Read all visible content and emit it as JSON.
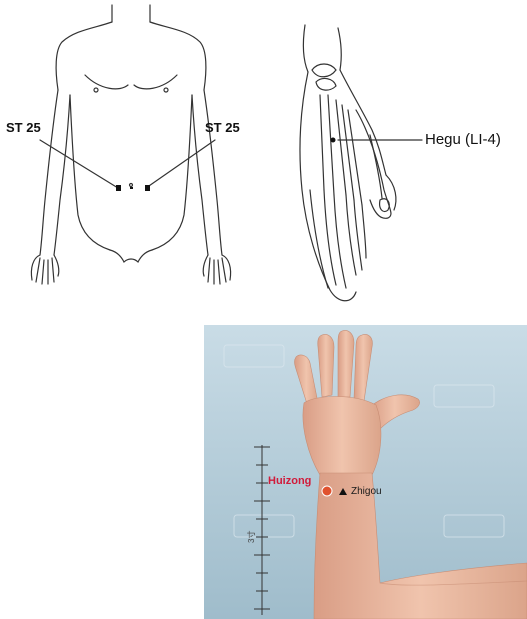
{
  "figure": {
    "torso_diagram": {
      "point_left_label": "ST 25",
      "point_right_label": "ST 25"
    },
    "hand_diagram": {
      "point_label": "Hegu (LI-4)"
    },
    "arm_photo": {
      "point_primary_label": "Huizong",
      "point_secondary_label": "Zhigou",
      "ruler_label": "3寸",
      "colors": {
        "background": "#b7cfdd",
        "skin": "#e9b9a0",
        "primary_point": "#e0522e",
        "primary_label": "#d11a3a"
      }
    }
  }
}
